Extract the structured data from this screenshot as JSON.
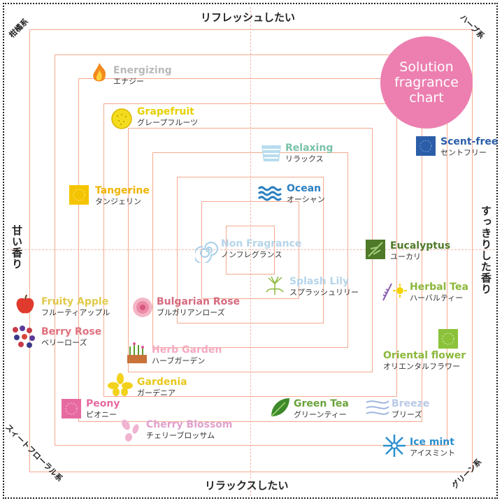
{
  "badge": {
    "line1": "Solution",
    "line2": "fragrance",
    "line3": "chart"
  },
  "axes": {
    "top": "リフレッシュしたい",
    "bottom": "リラックスしたい",
    "left": "甘い香り",
    "right": "すっきりした香り"
  },
  "corners": {
    "top_left": "柑橘系",
    "top_right": "ハーブ系",
    "bottom_left": "スィートフローラル系",
    "bottom_right": "グリーン系"
  },
  "items": {
    "energizing": {
      "en": "Energizing",
      "ja": "エナジー",
      "color": "#b9b9b9"
    },
    "grapefruit": {
      "en": "Grapefruit",
      "ja": "グレープフルーツ",
      "color": "#e6cf00"
    },
    "relaxing": {
      "en": "Relaxing",
      "ja": "リラックス",
      "color": "#79c2a7"
    },
    "scent_free": {
      "en": "Scent-free",
      "ja": "セントフリー",
      "color": "#2b5ea8"
    },
    "tangerine": {
      "en": "Tangerine",
      "ja": "タンジェリン",
      "color": "#f0b400"
    },
    "ocean": {
      "en": "Ocean",
      "ja": "オーシャン",
      "color": "#2c80c0"
    },
    "non_fragrance": {
      "en": "Non Fragrance",
      "ja": "ノンフレグランス",
      "color": "#b5d5ea"
    },
    "eucalyptus": {
      "en": "Eucalyptus",
      "ja": "ユーカリ",
      "color": "#4f7a2a"
    },
    "splash_lily": {
      "en": "Splash Lily",
      "ja": "スプラッシュリリー",
      "color": "#b5d5ea"
    },
    "herbal_tea": {
      "en": "Herbal Tea",
      "ja": "ハーバルティー",
      "color": "#8bb83a"
    },
    "fruity_apple": {
      "en": "Fruity Apple",
      "ja": "フルーティアップル",
      "color": "#e1c94a"
    },
    "bulgarian_rose": {
      "en": "Bulgarian Rose",
      "ja": "ブルガリアンローズ",
      "color": "#d66a7e"
    },
    "berry_rose": {
      "en": "Berry Rose",
      "ja": "ベリーローズ",
      "color": "#e0707d"
    },
    "herb_garden": {
      "en": "Herb Garden",
      "ja": "ハーブガーデン",
      "color": "#f4a9c1"
    },
    "oriental_flower": {
      "en": "Oriental flower",
      "ja": "オリエンタルフラワー",
      "color": "#8bb83a"
    },
    "gardenia": {
      "en": "Gardenia",
      "ja": "ガーデニア",
      "color": "#e8c81a"
    },
    "peony": {
      "en": "Peony",
      "ja": "ピオニー",
      "color": "#e66aa0"
    },
    "green_tea": {
      "en": "Green Tea",
      "ja": "グリーンティー",
      "color": "#6aa33a"
    },
    "breeze": {
      "en": "Breeze",
      "ja": "ブリーズ",
      "color": "#b9c9e6"
    },
    "cherry_blossom": {
      "en": "Cherry Blossom",
      "ja": "チェリーブロッサム",
      "color": "#e0a0cc"
    },
    "ice_mint": {
      "en": "Ice mint",
      "ja": "アイスミント",
      "color": "#2b8fcf"
    }
  }
}
